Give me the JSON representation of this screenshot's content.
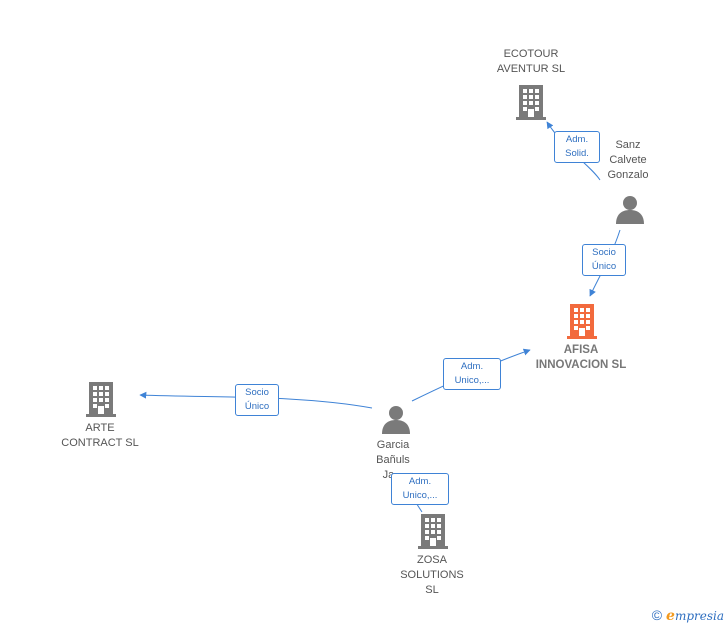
{
  "colors": {
    "edge": "#3f83d6",
    "company": "#7a7a7a",
    "focus_company": "#f26a3d",
    "person": "#7a7a7a"
  },
  "nodes": {
    "ecotour": {
      "label": "ECOTOUR\nAVENTUR SL",
      "icon": "building-icon"
    },
    "sanz": {
      "label": "Sanz\nCalvete\nGonzalo",
      "icon": "person-icon"
    },
    "afisa": {
      "label": "AFISA\nINNOVACION SL",
      "icon": "building-icon"
    },
    "arte": {
      "label": "ARTE\nCONTRACT SL",
      "icon": "building-icon"
    },
    "garcia": {
      "label": "Garcia\nBañuls\nJa...",
      "icon": "person-icon"
    },
    "zosa": {
      "label": "ZOSA\nSOLUTIONS\nSL",
      "icon": "building-icon"
    }
  },
  "edges": {
    "sanz_ecotour": "Adm.\nSolid.",
    "sanz_afisa": "Socio\nÚnico",
    "garcia_afisa": "Adm.\nUnico,...",
    "garcia_arte": "Socio\nÚnico",
    "garcia_zosa": "Adm.\nUnico,..."
  },
  "credit": {
    "copyright": "©",
    "brand_initial": "e",
    "brand_rest": "mpresia"
  }
}
